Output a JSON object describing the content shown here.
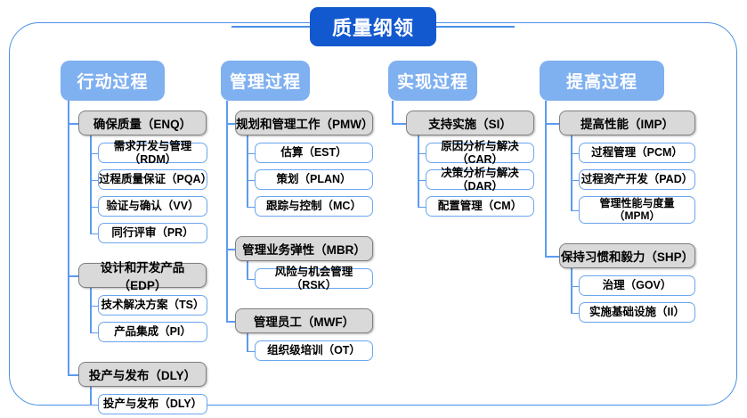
{
  "title": "质量纲领",
  "colors": {
    "frame": "#4a90e8",
    "root_box": "#1259cf",
    "column_header": "#7fb0f0",
    "group_box": "#d9d9d9",
    "group_border": "#808080",
    "leaf_border": "#6aa6ef",
    "connector": "#5b9bf0"
  },
  "columns": [
    {
      "header": "行动过程",
      "groups": [
        {
          "label": "确保质量（ENQ）",
          "children": [
            "需求开发与管理（RDM）",
            "过程质量保证（PQA）",
            "验证与确认（VV）",
            "同行评审（PR）"
          ]
        },
        {
          "label": "设计和开发产品（EDP）",
          "children": [
            "技术解决方案（TS）",
            "产品集成（PI）"
          ]
        },
        {
          "label": "投产与发布（DLY）",
          "children": [
            "投产与发布（DLY）"
          ]
        }
      ]
    },
    {
      "header": "管理过程",
      "groups": [
        {
          "label": "规划和管理工作（PMW）",
          "children": [
            "估算（EST）",
            "策划（PLAN）",
            "跟踪与控制（MC）"
          ]
        },
        {
          "label": "管理业务弹性（MBR）",
          "children": [
            "风险与机会管理（RSK）"
          ]
        },
        {
          "label": "管理员工（MWF）",
          "children": [
            "组织级培训（OT）"
          ]
        }
      ]
    },
    {
      "header": "实现过程",
      "groups": [
        {
          "label": "支持实施（SI）",
          "children": [
            "原因分析与解决（CAR）",
            "决策分析与解决（DAR）",
            "配置管理（CM）"
          ]
        }
      ]
    },
    {
      "header": "提高过程",
      "groups": [
        {
          "label": "提高性能（IMP）",
          "children": [
            "过程管理（PCM）",
            "过程资产开发（PAD）",
            "管理性能与度量\n（MPM）"
          ]
        },
        {
          "label": "保持习惯和毅力（SHP）",
          "children": [
            "治理（GOV）",
            "实施基础设施（II）"
          ]
        }
      ]
    }
  ]
}
